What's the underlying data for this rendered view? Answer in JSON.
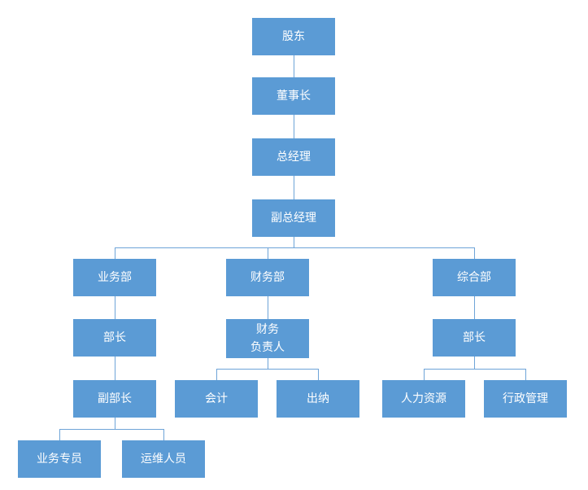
{
  "colors": {
    "node_fill": "#5b9bd5",
    "node_text": "#ffffff",
    "connector_line": "#6ea4d8",
    "background": "#ffffff"
  },
  "org": {
    "shareholders": {
      "label": "股东"
    },
    "chairman": {
      "label": "董事长"
    },
    "general_manager": {
      "label": "总经理"
    },
    "deputy_general_manager": {
      "label": "副总经理"
    },
    "business_dept": {
      "label": "业务部"
    },
    "finance_dept": {
      "label": "财务部"
    },
    "general_dept": {
      "label": "综合部"
    },
    "business_minister": {
      "label": "部长"
    },
    "finance_head": {
      "label": "财务\n负责人"
    },
    "general_minister": {
      "label": "部长"
    },
    "deputy_minister": {
      "label": "副部长"
    },
    "accountant": {
      "label": "会计"
    },
    "cashier": {
      "label": "出纳"
    },
    "human_resources": {
      "label": "人力资源"
    },
    "admin_management": {
      "label": "行政管理"
    },
    "business_specialist": {
      "label": "业务专员"
    },
    "ops_staff": {
      "label": "运维人员"
    }
  },
  "edges": [
    {
      "from": "股东",
      "to": "董事长"
    },
    {
      "from": "董事长",
      "to": "总经理"
    },
    {
      "from": "总经理",
      "to": "副总经理"
    },
    {
      "from": "副总经理",
      "to": "业务部"
    },
    {
      "from": "副总经理",
      "to": "财务部"
    },
    {
      "from": "副总经理",
      "to": "综合部"
    },
    {
      "from": "业务部",
      "to": "部长"
    },
    {
      "from": "部长(业务部)",
      "to": "副部长"
    },
    {
      "from": "副部长",
      "to": "业务专员"
    },
    {
      "from": "副部长",
      "to": "运维人员"
    },
    {
      "from": "财务部",
      "to": "财务负责人"
    },
    {
      "from": "财务负责人",
      "to": "会计"
    },
    {
      "from": "财务负责人",
      "to": "出纳"
    },
    {
      "from": "综合部",
      "to": "部长"
    },
    {
      "from": "部长(综合部)",
      "to": "人力资源"
    },
    {
      "from": "部长(综合部)",
      "to": "行政管理"
    }
  ]
}
